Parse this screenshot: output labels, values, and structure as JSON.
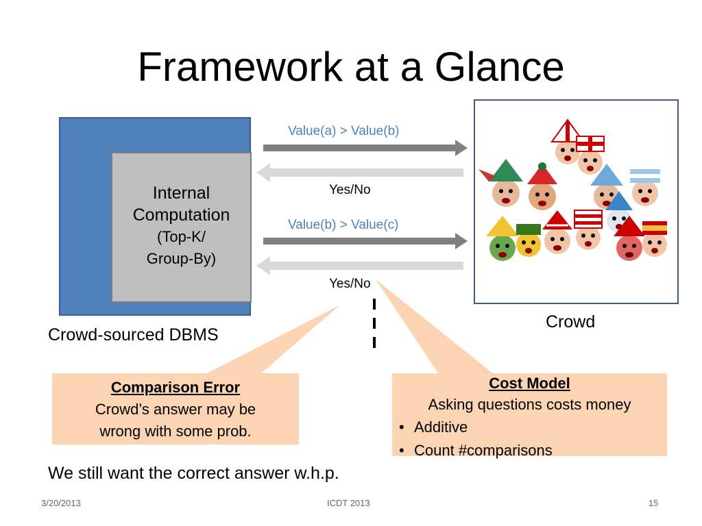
{
  "slide": {
    "title": "Framework at a Glance"
  },
  "dbms": {
    "inner_line1": "Internal",
    "inner_line2": "Computation",
    "inner_line3": "(Top-K/",
    "inner_line4": "Group-By)",
    "label": "Crowd-sourced DBMS"
  },
  "crowd": {
    "label": "Crowd",
    "image_icon": "crowd-of-fans-with-flag-jester-hats"
  },
  "arrows": {
    "query1": "Value(a) > Value(b)",
    "answer1": "Yes/No",
    "query2": "Value(b) > Value(c)",
    "answer2": "Yes/No"
  },
  "callouts": {
    "comparison_error": {
      "title": "Comparison Error",
      "line1": "Crowd’s answer may be",
      "line2": "wrong with some prob."
    },
    "cost_model": {
      "title": "Cost Model",
      "line1": "Asking questions costs money",
      "bullets": [
        "Additive",
        "Count #comparisons"
      ]
    }
  },
  "note": "We still want the correct answer w.h.p.",
  "footer": {
    "date": "3/20/2013",
    "venue": "ICDT 2013",
    "page": "15"
  },
  "colors": {
    "dbms_blue": "#4f81bd",
    "inner_gray": "#bfbfbf",
    "callout_fill": "#fbd4b4",
    "arrow_dark": "#808080",
    "arrow_light": "#d9d9d9",
    "query_text": "#4f81bd"
  }
}
